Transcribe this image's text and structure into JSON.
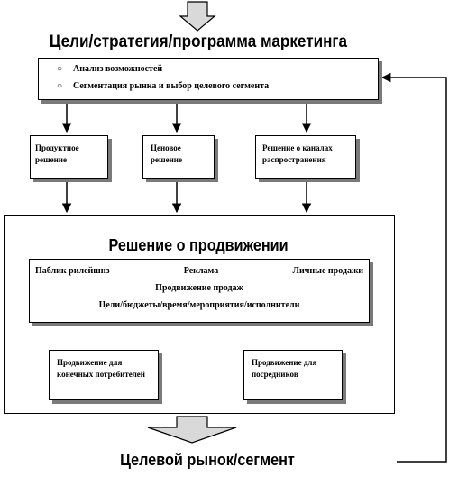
{
  "top_title": "Цели/стратегия/программа маркетинга",
  "top_box_items": [
    "Анализ возможностей",
    "Сегментация рынка и выбор целевого сегмента"
  ],
  "decisions": [
    "Продуктное решение",
    "Ценовое решение",
    "Решение о каналах распространения"
  ],
  "promotion": {
    "title": "Решение о продвижении",
    "row1": [
      "Паблик рилейшнз",
      "Реклама",
      "Личные продажи"
    ],
    "row2": "Продвижение продаж",
    "row3": "Цели/бюджеты/время/мероприятия/исполнители",
    "targets": [
      "Продвижение для конечных потребителей",
      "Продвижение для посредников"
    ]
  },
  "bottom_title": "Целевой рынок/сегмент"
}
